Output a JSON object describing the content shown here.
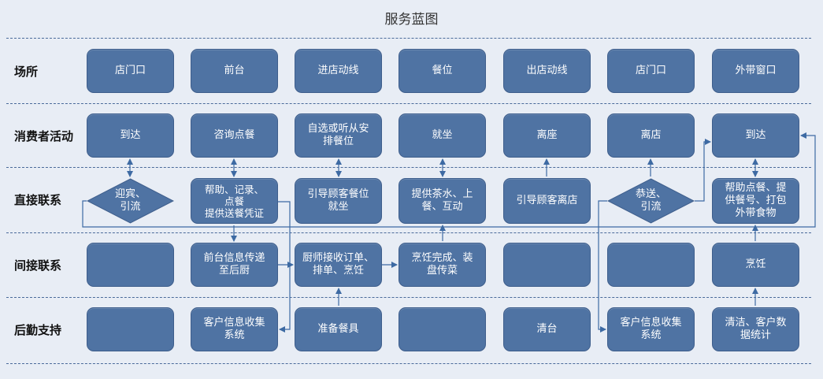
{
  "title": "服务蓝图",
  "rows": [
    "场所",
    "消费者活动",
    "直接联系",
    "间接联系",
    "后勤支持"
  ],
  "colors": {
    "box_fill": "#4f73a3",
    "box_border": "#3e5e8c",
    "line": "#3d6aa3",
    "background": "#e8edf5"
  },
  "nodes": {
    "place": [
      "店门口",
      "前台",
      "进店动线",
      "餐位",
      "出店动线",
      "店门口",
      "外带窗口"
    ],
    "customer": [
      "到达",
      "咨询点餐",
      "自选或听从安\n排餐位",
      "就坐",
      "离座",
      "离店",
      "到达"
    ],
    "direct": [
      "迎宾、\n引流",
      "帮助、记录、\n点餐\n提供送餐凭证",
      "引导顾客餐位\n就坐",
      "提供茶水、上\n餐、互动",
      "引导顾客离店",
      "恭送、\n引流",
      "帮助点餐、提\n供餐号、打包\n外带食物"
    ],
    "indirect": [
      "",
      "前台信息传递\n至后厨",
      "厨师接收订单、\n排单、烹饪",
      "烹饪完成、装\n盘传菜",
      "",
      "",
      "烹饪"
    ],
    "support": [
      "",
      "客户信息收集\n系统",
      "准备餐具",
      "",
      "清台",
      "客户信息收集\n系统",
      "清洁、客户数\n据统计"
    ]
  }
}
